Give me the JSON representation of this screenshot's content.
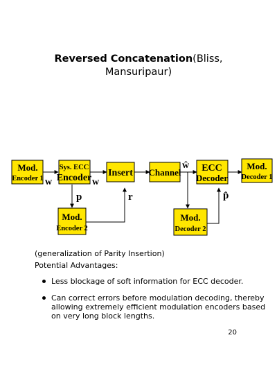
{
  "title": {
    "bold": "Reversed Concatenation",
    "line1_rest": "(Bliss,",
    "line2": "Mansuripaur)"
  },
  "diagram": {
    "blocks": {
      "mod_encoder_1": [
        "Mod.",
        "Encoder 1"
      ],
      "sys_ecc_encoder": [
        "Sys. ECC",
        "Encoder"
      ],
      "insert": [
        "Insert"
      ],
      "channel": [
        "Channel"
      ],
      "ecc_decoder": [
        "ECC",
        "Decoder"
      ],
      "mod_decoder_1": [
        "Mod.",
        "Decoder 1"
      ],
      "mod_encoder_2": [
        "Mod.",
        "Encoder 2"
      ],
      "mod_decoder_2": [
        "Mod.",
        "Decoder 2"
      ]
    },
    "signals": {
      "w1": "w",
      "w2": "w",
      "p": "p",
      "r": "r",
      "w_hat": "ŵ",
      "p_hat": "p̂"
    },
    "block_fill": "#FFE600",
    "block_border": "#000000"
  },
  "note": "(generalization of Parity Insertion)",
  "advantages_heading": "Potential Advantages:",
  "advantages": [
    "Less blockage of soft information for ECC decoder.",
    "Can correct errors before modulation decoding, thereby allowing extremely efficient modulation encoders based on very long block lengths."
  ],
  "page_number": "20"
}
